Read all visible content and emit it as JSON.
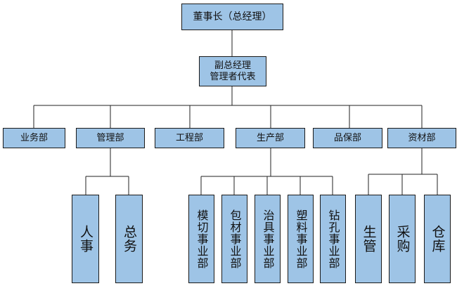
{
  "top": {
    "ceo": "董事长（总经理）"
  },
  "vp": {
    "line1": "副总经理",
    "line2": "管理者代表"
  },
  "departments": {
    "sales": "业务部",
    "management": "管理部",
    "engineering": "工程部",
    "production": "生产部",
    "quality": "品保部",
    "materials": "资材部"
  },
  "management_units": {
    "personnel": "人事",
    "general_affairs": "总务"
  },
  "production_units": {
    "die_cutting": "模切事业部",
    "packaging": "包材事业部",
    "fixtures": "治具事业部",
    "plastics": "塑料事业部",
    "drilling": "钻孔事业部"
  },
  "materials_units": {
    "production_control": "生管",
    "purchasing": "采购",
    "warehouse": "仓库"
  }
}
